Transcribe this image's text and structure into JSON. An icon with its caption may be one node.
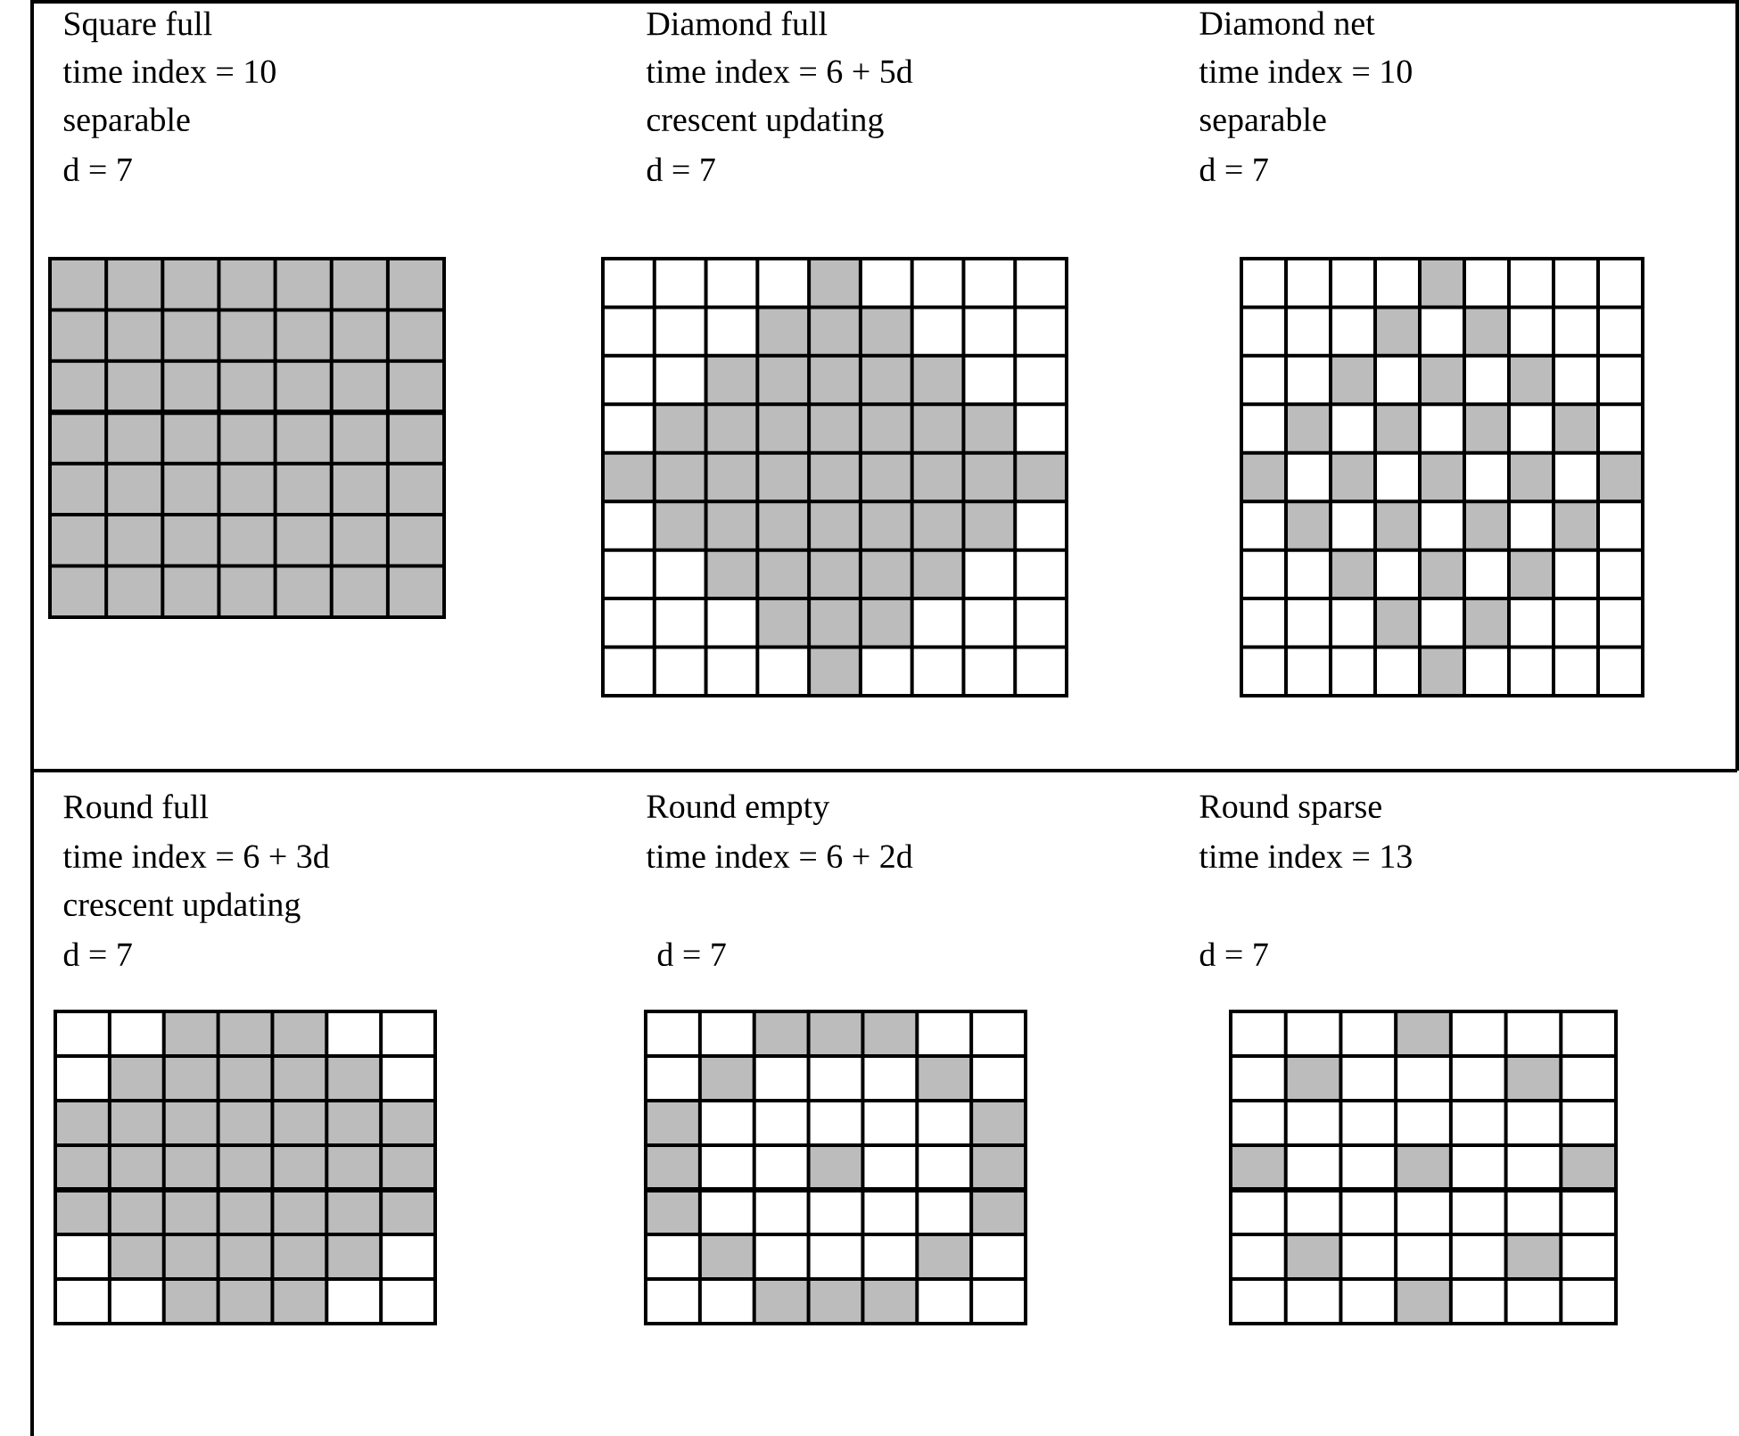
{
  "diagram": {
    "labels": [
      "Square full",
      "time index = 10",
      "separable",
      "d = 7",
      "Diamond full",
      "time index = 6 + 5d",
      "crescent updating",
      "d = 7",
      "Diamond net",
      "time index = 10",
      "separable",
      "d = 7",
      "Round full",
      "time index = 6 + 3d",
      "crescent updating",
      "d = 7",
      "Round empty",
      "time index = 6 + 2d",
      "d = 7",
      "Round sparse",
      "time index = 13",
      "d = 7"
    ]
  }
}
